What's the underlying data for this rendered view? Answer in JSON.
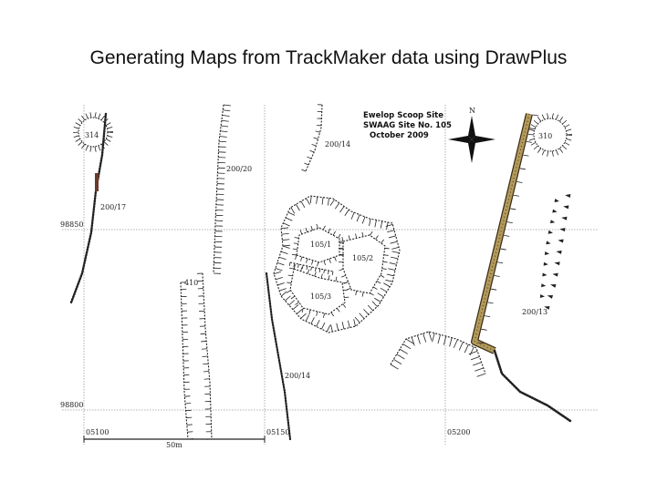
{
  "slide": {
    "title": "Generating Maps from TrackMaker data using DrawPlus"
  },
  "map": {
    "info_box": [
      "Ewelop Scoop Site",
      "SWAAG Site No. 105",
      "October 2009"
    ],
    "north_label": "N",
    "labels": {
      "f314": "314",
      "f310": "310",
      "f200_14_top": "200/14",
      "f200_20": "200/20",
      "f200_17": "200/17",
      "f105_1": "105/1",
      "f105_2": "105/2",
      "f105_3": "105/3",
      "f410": "410",
      "f200_14_bottom": "200/14",
      "f200_13": "200/13"
    },
    "grid_labels": {
      "y98850": "98850",
      "y98800": "98800",
      "x05100": "05100",
      "x05150": "05150",
      "x05200": "05200"
    },
    "scale_label": "50m",
    "colors": {
      "line": "#222222",
      "grid": "#9a9a9a",
      "track_fill": "#b39a5c",
      "track_edge": "#3a2e14",
      "site_marker": "#6b3a2a"
    }
  }
}
